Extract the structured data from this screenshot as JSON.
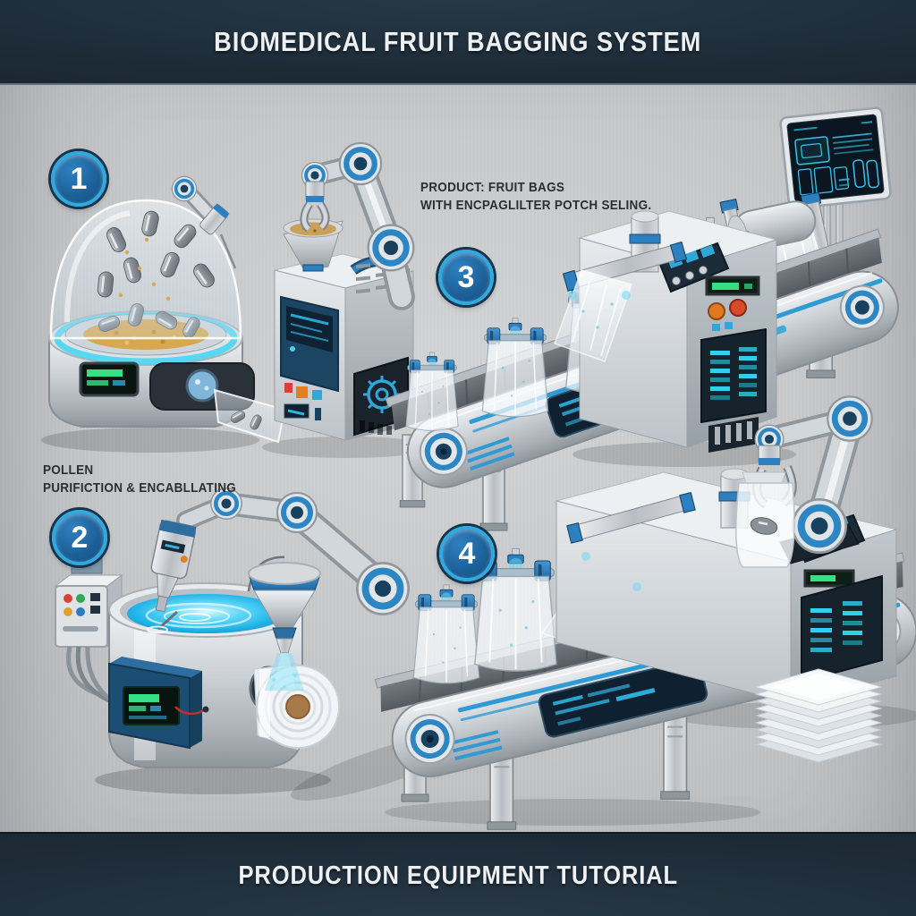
{
  "header": {
    "title": "BIOMEDICAL FRUIT BAGGING SYSTEM"
  },
  "footer": {
    "title": "PRODUCTION EQUIPMENT TUTORIAL"
  },
  "annotations": {
    "product_note": {
      "line1": "PRODUCT: FRUIT BAGS",
      "line2": "WITH ENCPAGLILTER POTCH SELING."
    },
    "pollen_note": {
      "line1": "POLLEN",
      "line2": "PURIFICTION & ENCABLLATING"
    }
  },
  "steps": [
    {
      "number": "1",
      "name": "capsule-mixing-dome"
    },
    {
      "number": "2",
      "name": "purification-vat"
    },
    {
      "number": "3",
      "name": "bag-filling-conveyor"
    },
    {
      "number": "4",
      "name": "bag-sealing-conveyor"
    }
  ],
  "colors": {
    "banner_navy": "#1e2c38",
    "metal_background": "#c7c9cb",
    "accent_blue": "#2d7fc0",
    "glow_cyan": "#46d2f2",
    "screen_cyan": "#2fb4e0",
    "display_green": "#37e085",
    "granule_gold": "#d8a851",
    "film_core_brown": "#a87948"
  }
}
